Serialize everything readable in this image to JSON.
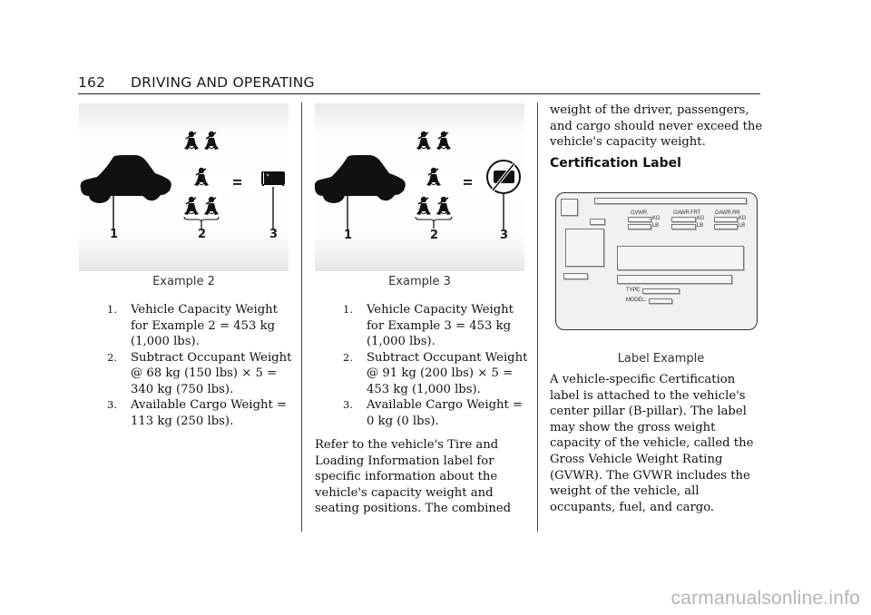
{
  "header": {
    "page_number": "162",
    "section_title": "DRIVING AND OPERATING"
  },
  "example2": {
    "figure": {
      "callouts": [
        "1",
        "2",
        "3"
      ],
      "icons": [
        "car-icon",
        "minus-icon",
        "seated-occupant-icon",
        "equals-icon",
        "cargo-icon"
      ]
    },
    "caption": "Example 2",
    "items": [
      {
        "num": "1.",
        "lines": [
          "Vehicle Capacity Weight",
          "for Example 2 = 453 kg",
          "(1,000 lbs)."
        ]
      },
      {
        "num": "2.",
        "lines": [
          "Subtract Occupant Weight",
          "@ 68 kg (150 lbs) × 5 =",
          "340 kg (750 lbs)."
        ]
      },
      {
        "num": "3.",
        "lines": [
          "Available Cargo Weight =",
          "113 kg (250 lbs)."
        ]
      }
    ]
  },
  "example3": {
    "figure": {
      "callouts": [
        "1",
        "2",
        "3"
      ],
      "icons": [
        "car-icon",
        "minus-icon",
        "seated-occupant-icon",
        "equals-icon",
        "no-cargo-icon"
      ]
    },
    "caption": "Example 3",
    "items": [
      {
        "num": "1.",
        "lines": [
          "Vehicle Capacity Weight",
          "for Example 3 = 453 kg",
          "(1,000 lbs)."
        ]
      },
      {
        "num": "2.",
        "lines": [
          "Subtract Occupant Weight",
          "@ 91 kg (200 lbs) × 5 =",
          "453 kg (1,000 lbs)."
        ]
      },
      {
        "num": "3.",
        "lines": [
          "Available Cargo Weight =",
          "0 kg (0 lbs)."
        ]
      }
    ],
    "paragraph": [
      "Refer to the vehicle's Tire and",
      "Loading Information label for",
      "specific information about the",
      "vehicle's capacity weight and",
      "seating positions. The combined"
    ]
  },
  "column3": {
    "continued_paragraph": [
      "weight of the driver, passengers,",
      "and cargo should never exceed the",
      "vehicle's capacity weight."
    ],
    "heading": "Certification Label",
    "cert_label": {
      "fields": {
        "gvwr": "GVWR",
        "gawr_frt": "GAWR FRT",
        "gawr_rr": "GAWR RR",
        "kg": "KG",
        "lb": "LB",
        "type": "TYPE:",
        "model": "MODEL:"
      }
    },
    "caption": "Label Example",
    "paragraph": [
      "A vehicle-specific Certification",
      "label is attached to the vehicle's",
      "center pillar (B-pillar). The label",
      "may show the gross weight",
      "capacity of the vehicle, called the",
      "Gross Vehicle Weight Rating",
      "(GVWR). The GVWR includes the",
      "weight of the vehicle, all",
      "occupants, fuel, and cargo."
    ]
  },
  "watermark": "carmanualsonline.info"
}
